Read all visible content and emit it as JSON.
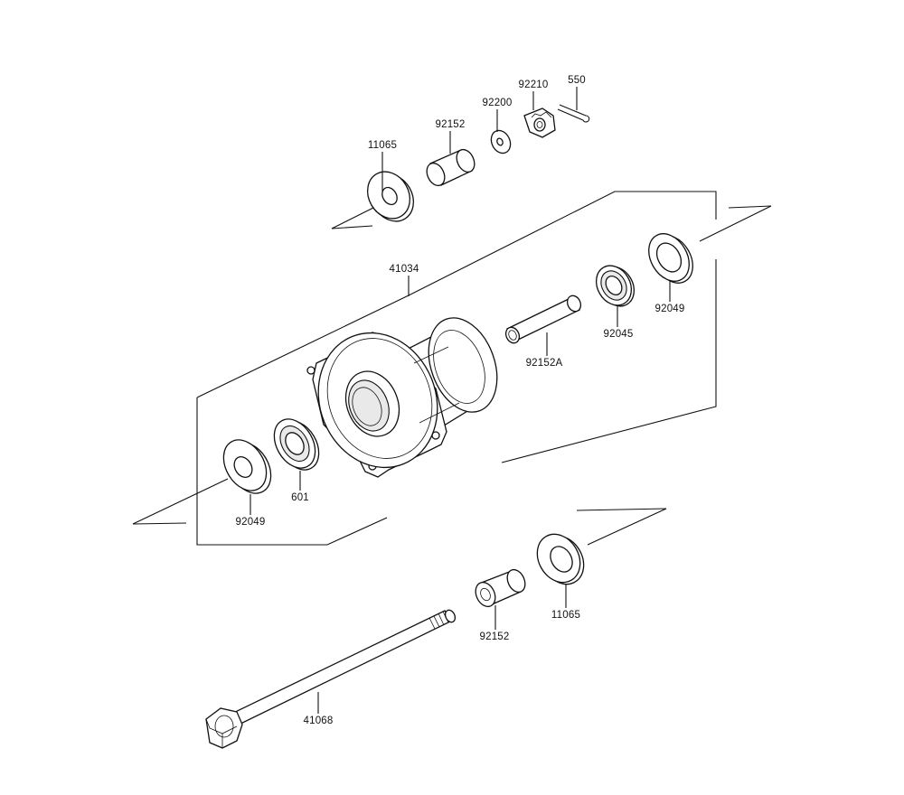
{
  "labels": {
    "washer_top": "11065",
    "collar_top": "92152",
    "washer_small": "92200",
    "nut": "92210",
    "cotter_pin": "550",
    "hub": "41034",
    "spacer": "92152A",
    "bearing_right": "92045",
    "seal_right": "92049",
    "bearing_left": "601",
    "seal_left": "92049",
    "collar_bottom": "92152",
    "washer_bottom": "11065",
    "axle": "41068"
  }
}
